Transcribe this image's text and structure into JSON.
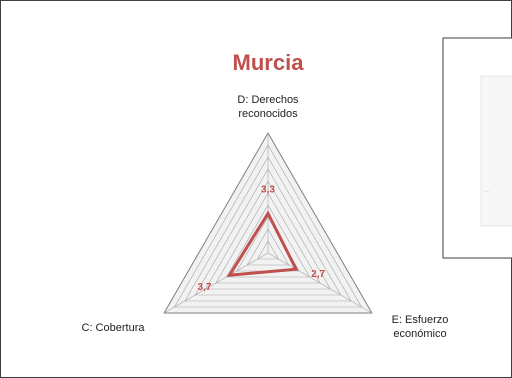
{
  "chart_data": {
    "type": "radar",
    "title": "Murcia",
    "axes": [
      {
        "id": "D",
        "label_lines": [
          "D: Derechos",
          "reconocidos"
        ]
      },
      {
        "id": "E",
        "label_lines": [
          "E: Esfuerzo",
          "económico"
        ]
      },
      {
        "id": "C",
        "label_lines": [
          "C: Cobertura"
        ]
      }
    ],
    "series": [
      {
        "values": [
          3.3,
          2.7,
          3.7
        ]
      }
    ],
    "data_labels": [
      "3,3",
      "2,7",
      "3,7"
    ],
    "rlim": [
      0,
      10
    ],
    "grid": true,
    "grid_levels": 10
  },
  "colors": {
    "title": "#c0504d",
    "series": "#c0504d",
    "grid": "#a6a6a6",
    "outer": "#7f7f7f",
    "panel_fill": "#f2f2f2",
    "border": "#3f3f3f"
  }
}
